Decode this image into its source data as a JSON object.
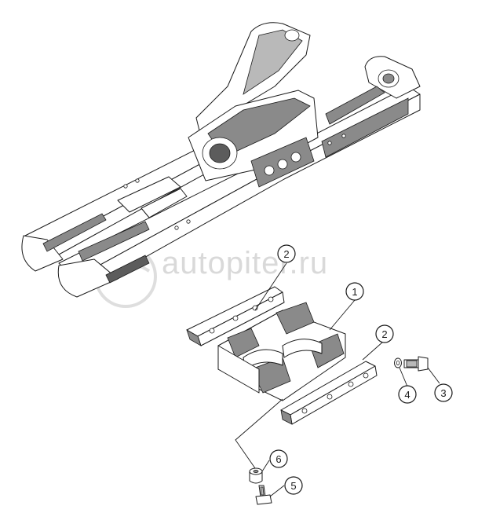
{
  "watermark": {
    "text": "autopiter.ru"
  },
  "callouts": [
    {
      "id": "1",
      "label": "1"
    },
    {
      "id": "2a",
      "label": "2"
    },
    {
      "id": "2b",
      "label": "2"
    },
    {
      "id": "3",
      "label": "3"
    },
    {
      "id": "4",
      "label": "4"
    },
    {
      "id": "5",
      "label": "5"
    },
    {
      "id": "6",
      "label": "6"
    }
  ],
  "colors": {
    "line": "#1a1a1a",
    "shade": "#8a8a8a",
    "background": "#ffffff",
    "watermark": "#d9d9d9"
  }
}
